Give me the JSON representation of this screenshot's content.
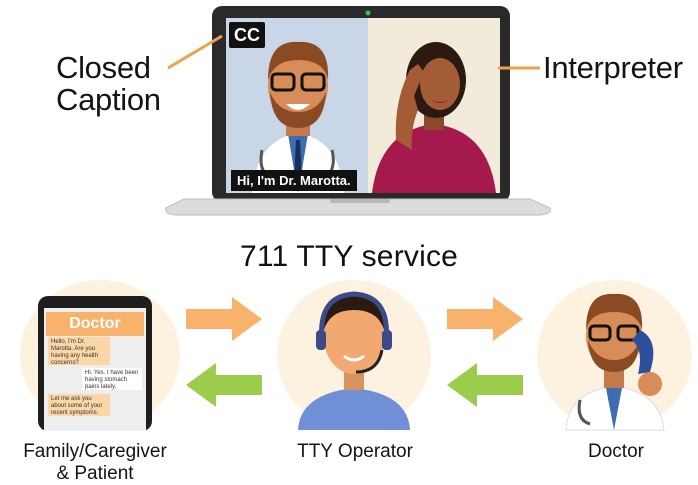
{
  "labels": {
    "closed_caption_line1": "Closed",
    "closed_caption_line2": "Caption",
    "interpreter": "Interpreter",
    "title": "711 TTY service",
    "family_line1": "Family/Caregiver",
    "family_line2": "& Patient",
    "operator": "TTY Operator",
    "doctor": "Doctor"
  },
  "screen": {
    "cc_badge": "CC",
    "caption_text": "Hi, I'm Dr. Marotta."
  },
  "phone": {
    "header": "Doctor",
    "messages": [
      {
        "text": "Hello, I'm Dr. Marotta. Are you having any health concerns?",
        "side": "left"
      },
      {
        "text": "Hi. Yes. I have been having stomach pains lately.",
        "side": "right"
      },
      {
        "text": "Let me ask you about some of your recent symptoms.",
        "side": "left"
      }
    ]
  },
  "colors": {
    "orange_arrow": "#f7b36c",
    "green_arrow": "#9ccc4c",
    "circle_bg": "#fdf2df",
    "leader_line": "#f0a04b"
  }
}
